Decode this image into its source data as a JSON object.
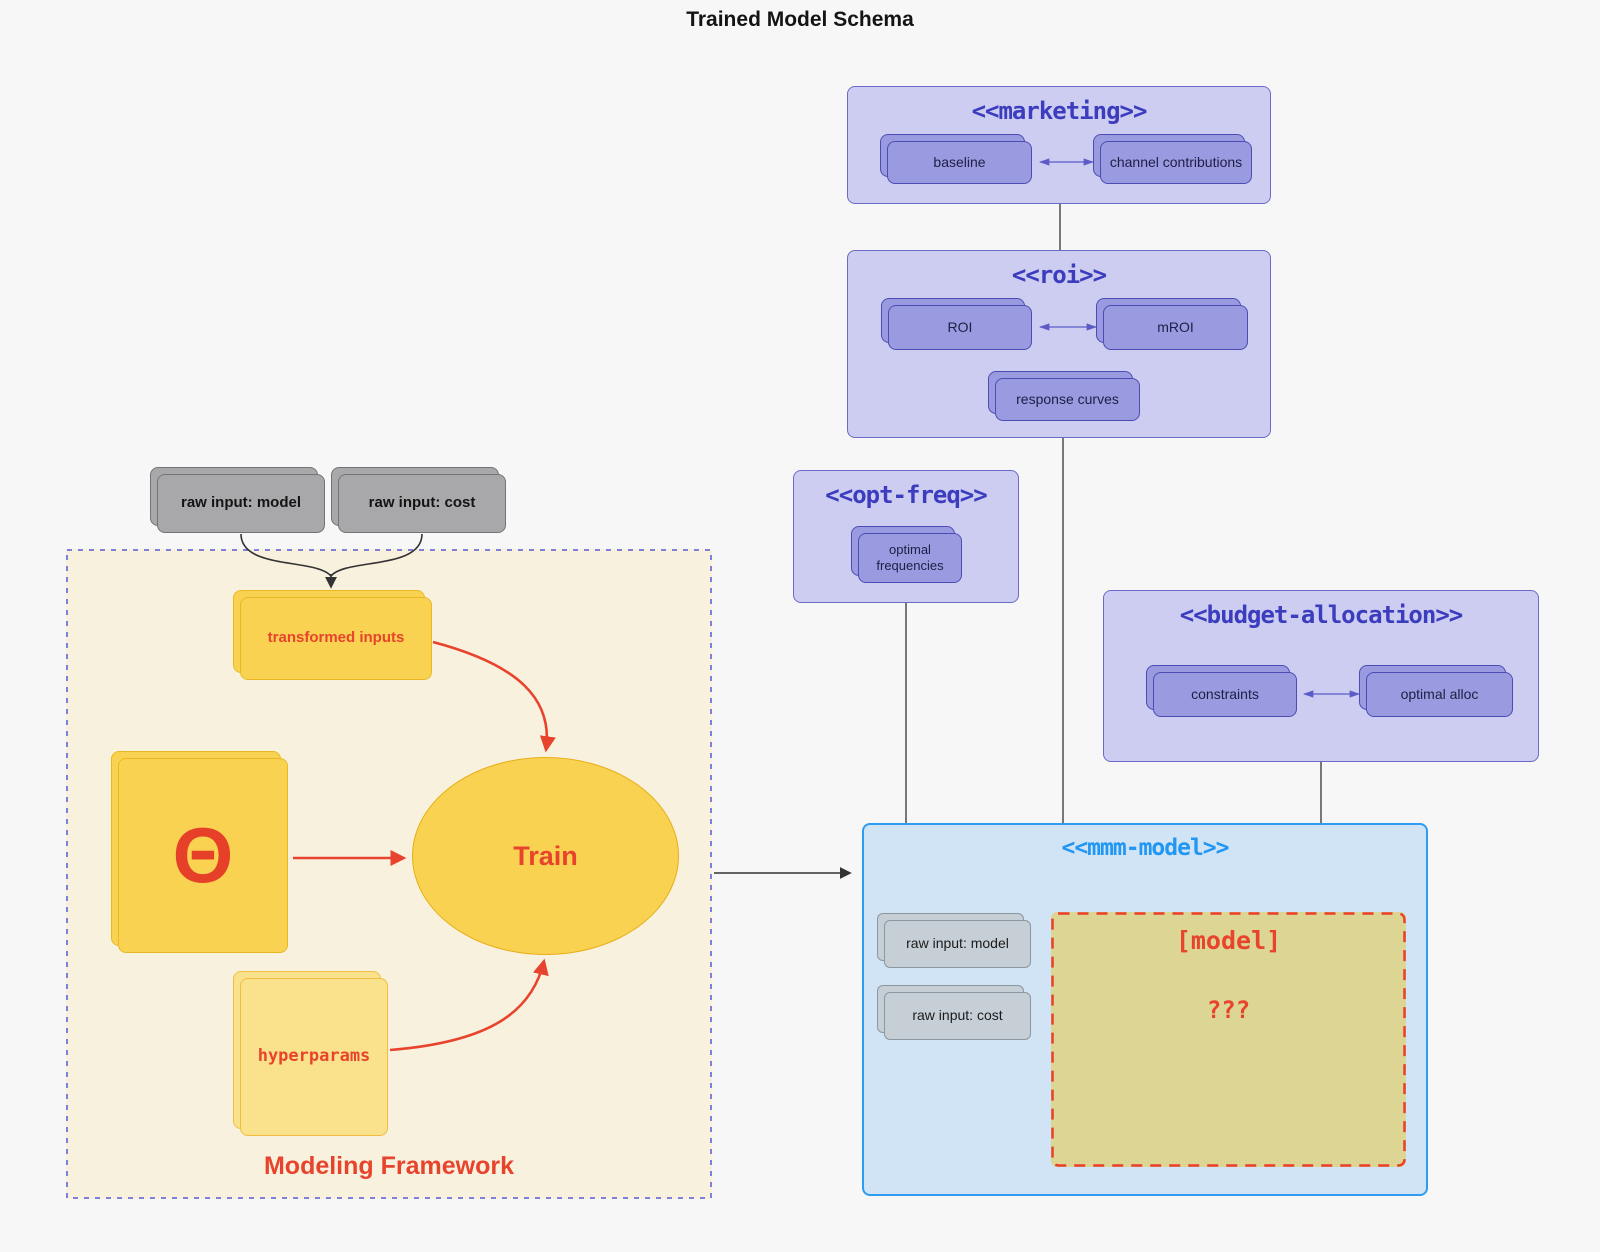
{
  "title": "Trained Model Schema",
  "colors": {
    "accent_red": "#e8432c",
    "indigo_title": "#3c3cbe",
    "azure_title": "#2196f3",
    "lavender_fill": "#cdcdf2",
    "purple_card": "#9a9ae0",
    "blue_fill": "#d0e4f6",
    "cream_fill": "#f8f1de",
    "khaki_fill": "#dcd593",
    "yellow_card": "#f9d252",
    "light_yellow_card": "#fae28d",
    "grey_card": "#a8a8aa",
    "bluegrey_card": "#c6cfd6"
  },
  "inputs": {
    "raw_model": "raw input: model",
    "raw_cost": "raw input: cost"
  },
  "framework": {
    "label": "Modeling Framework",
    "transformed_inputs": "transformed inputs",
    "theta": "Θ",
    "train": "Train",
    "hyperparams": "hyperparams"
  },
  "marketing": {
    "title": "<<marketing>>",
    "baseline": "baseline",
    "channel_contributions": "channel contributions"
  },
  "roi": {
    "title": "<<roi>>",
    "roi": "ROI",
    "mroi": "mROI",
    "response_curves": "response curves"
  },
  "opt_freq": {
    "title": "<<opt-freq>>",
    "optimal_frequencies": "optimal\nfrequencies"
  },
  "budget_allocation": {
    "title": "<<budget-allocation>>",
    "constraints": "constraints",
    "optimal_alloc": "optimal alloc"
  },
  "mmm_model": {
    "title": "<<mmm-model>>",
    "raw_model": "raw input: model",
    "raw_cost": "raw input: cost",
    "model": "[model]",
    "placeholder": "???"
  }
}
